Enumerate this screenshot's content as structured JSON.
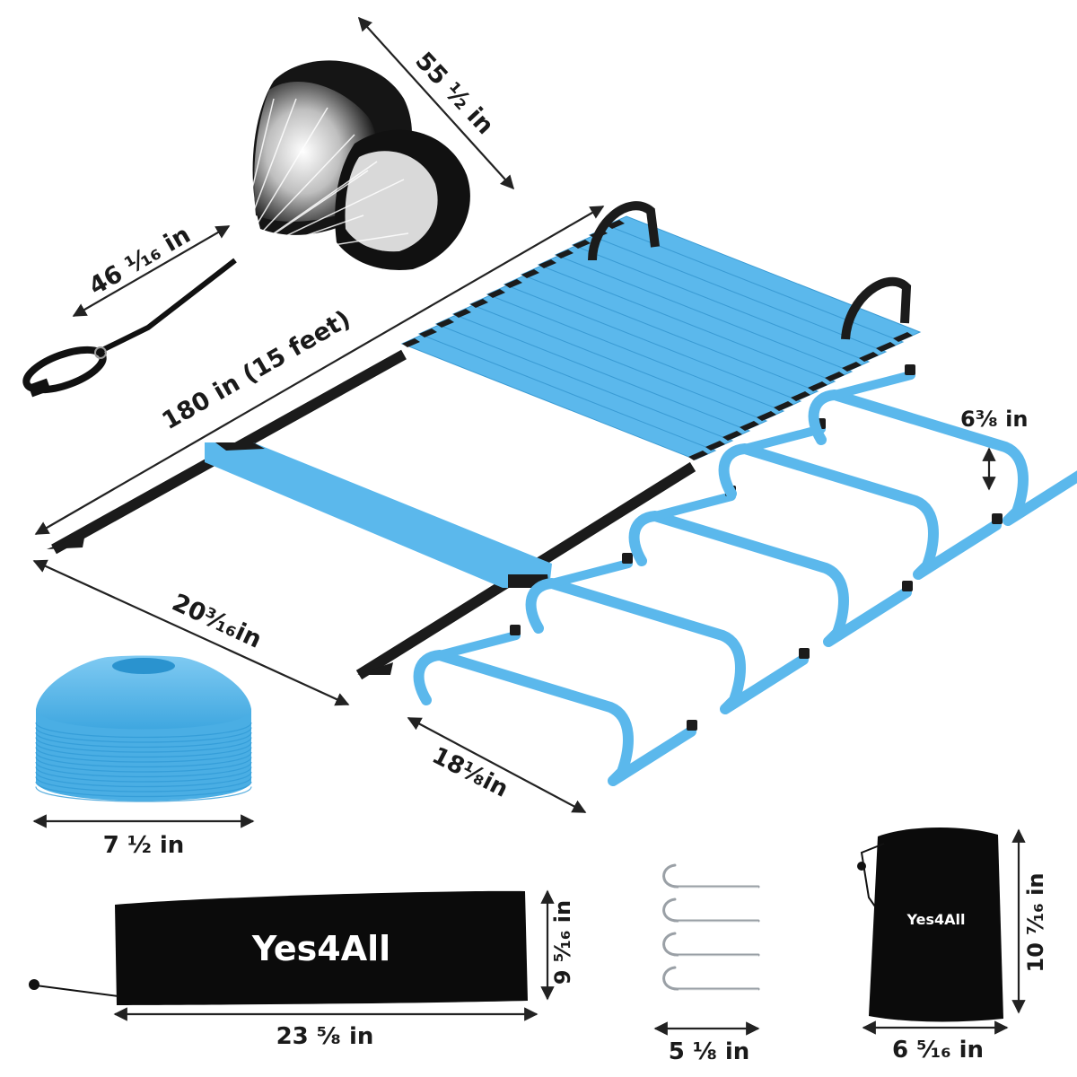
{
  "dimensions": {
    "parachute_length": "55 ½ in",
    "parachute_width": "46 ¹⁄₁₆ in",
    "ladder_length": "180 in (15 feet)",
    "ladder_width": "20³⁄₁₆in",
    "hurdle_height": "6³⁄₈ in",
    "hurdle_width": "18¹⁄₈in",
    "cone_diameter": "7 ½ in",
    "carry_bag_height": "9 ⁵⁄₁₆ in",
    "carry_bag_width": "23 ⁵⁄₈ in",
    "stake_length": "5 ⅛ in",
    "drawstring_bag_height": "10 ⁷⁄₁₆ in",
    "drawstring_bag_width": "6 ⁵⁄₁₆ in"
  },
  "brand": {
    "logo": "Yes4All"
  },
  "colors": {
    "accent_blue": "#5bb8ec",
    "strap_black": "#1b1b1b",
    "text": "#1a1a1a"
  }
}
